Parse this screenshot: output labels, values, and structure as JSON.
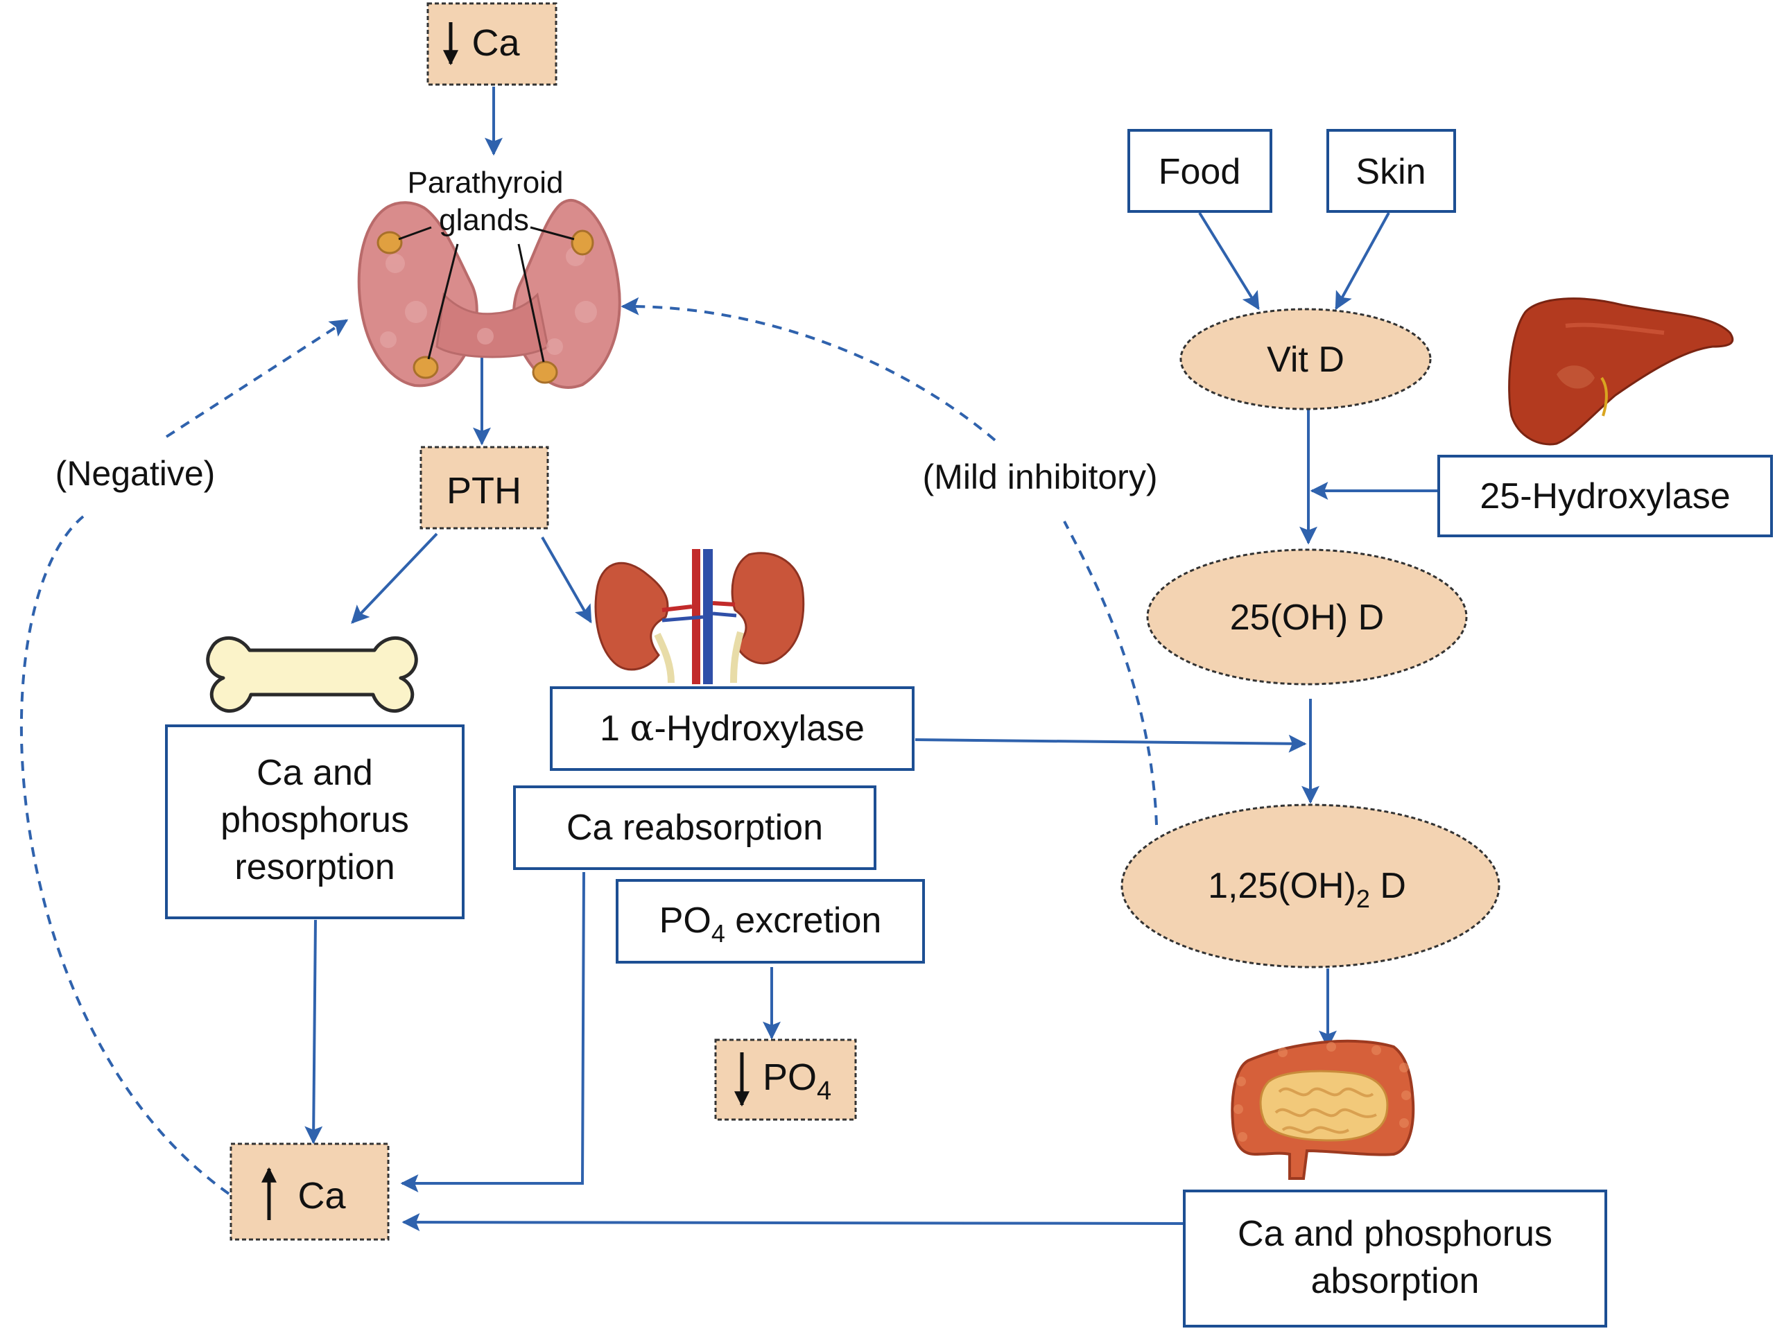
{
  "colors": {
    "arrow": "#2f62ad",
    "node_fill": "#f3d3b2",
    "box_stroke": "#1d4f93",
    "gland_tissue": "#d98c8c",
    "gland_nodule": "#e0a040",
    "kidney": "#c9553a",
    "liver": "#b33a1f",
    "bone": "#fbf3c9",
    "intestine": "#d6603a",
    "intestine_inner": "#f2c97a"
  },
  "nodes": {
    "low_ca": {
      "label": "Ca"
    },
    "parathyroid": {
      "line1": "Parathyroid",
      "line2": "glands"
    },
    "pth": {
      "label": "PTH"
    },
    "bone_box": {
      "line1": "Ca and",
      "line2": "phosphorus",
      "line3": "resorption"
    },
    "hydroxylase_1a": {
      "prefix": "1 ",
      "alpha": "α",
      "suffix": "-Hydroxylase"
    },
    "ca_reabsorption": {
      "label": "Ca reabsorption"
    },
    "po4_excretion": {
      "base": "PO",
      "sub": "4",
      "rest": " excretion"
    },
    "low_po4": {
      "base": "PO",
      "sub": "4"
    },
    "high_ca": {
      "label": "Ca"
    },
    "food": {
      "label": "Food"
    },
    "skin": {
      "label": "Skin"
    },
    "vit_d": {
      "label": "Vit D"
    },
    "hydroxylase_25": {
      "label": "25-Hydroxylase"
    },
    "oh_d": {
      "label": "25(OH) D"
    },
    "oh2_d": {
      "base": "1,25(OH)",
      "sub": "2",
      "rest": " D"
    },
    "intestine_box": {
      "line1": "Ca and phosphorus",
      "line2": "absorption"
    }
  },
  "feedback": {
    "negative": "(Negative)",
    "mild_inhibitory": "(Mild inhibitory)"
  }
}
